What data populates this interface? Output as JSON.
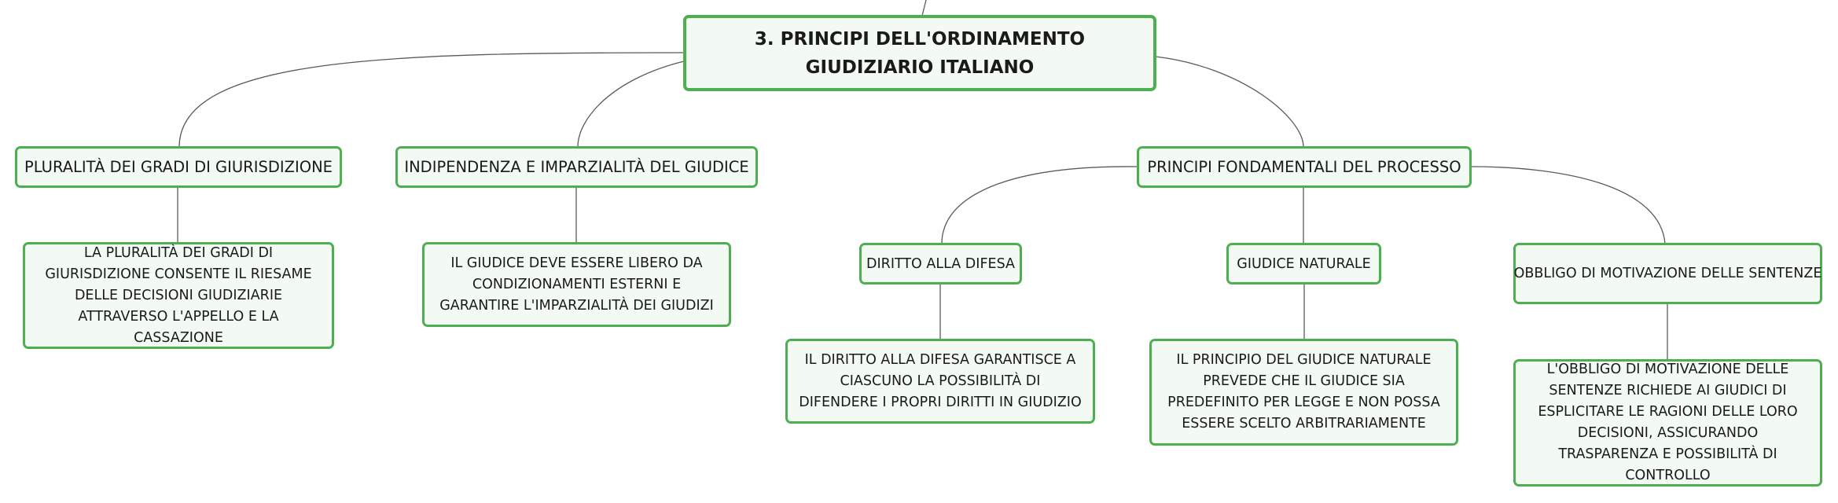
{
  "map": {
    "root": {
      "title": "3. PRINCIPI DELL'ORDINAMENTO GIUDIZIARIO ITALIANO"
    },
    "branches": [
      {
        "label": "PLURALITÀ DEI GRADI DI GIURISDIZIONE",
        "detail": "LA PLURALITÀ DEI GRADI DI GIURISDIZIONE CONSENTE IL RIESAME DELLE DECISIONI GIUDIZIARIE ATTRAVERSO L'APPELLO E LA CASSAZIONE"
      },
      {
        "label": "INDIPENDENZA E IMPARZIALITÀ DEL GIUDICE",
        "detail": "IL GIUDICE DEVE ESSERE LIBERO DA CONDIZIONAMENTI ESTERNI E GARANTIRE L'IMPARZIALITÀ DEI GIUDIZI"
      },
      {
        "label": "PRINCIPI FONDAMENTALI DEL PROCESSO",
        "children": [
          {
            "label": "DIRITTO ALLA DIFESA",
            "detail": "IL DIRITTO ALLA DIFESA GARANTISCE A CIASCUNO LA POSSIBILITÀ DI DIFENDERE I PROPRI DIRITTI IN GIUDIZIO"
          },
          {
            "label": "GIUDICE NATURALE",
            "detail": "IL PRINCIPIO DEL GIUDICE NATURALE PREVEDE CHE IL GIUDICE SIA PREDEFINITO PER LEGGE E NON POSSA ESSERE SCELTO ARBITRARIAMENTE"
          },
          {
            "label": "OBBLIGO DI MOTIVAZIONE DELLE SENTENZE",
            "detail": "L'OBBLIGO DI MOTIVAZIONE DELLE SENTENZE RICHIEDE AI GIUDICI DI ESPLICITARE LE RAGIONI DELLE LORO DECISIONI, ASSICURANDO TRASPARENZA E POSSIBILITÀ DI CONTROLLO"
          }
        ]
      }
    ]
  },
  "colors": {
    "node_border": "#4caf50",
    "node_fill": "#f3faf4",
    "connector": "#5a5a5a"
  }
}
